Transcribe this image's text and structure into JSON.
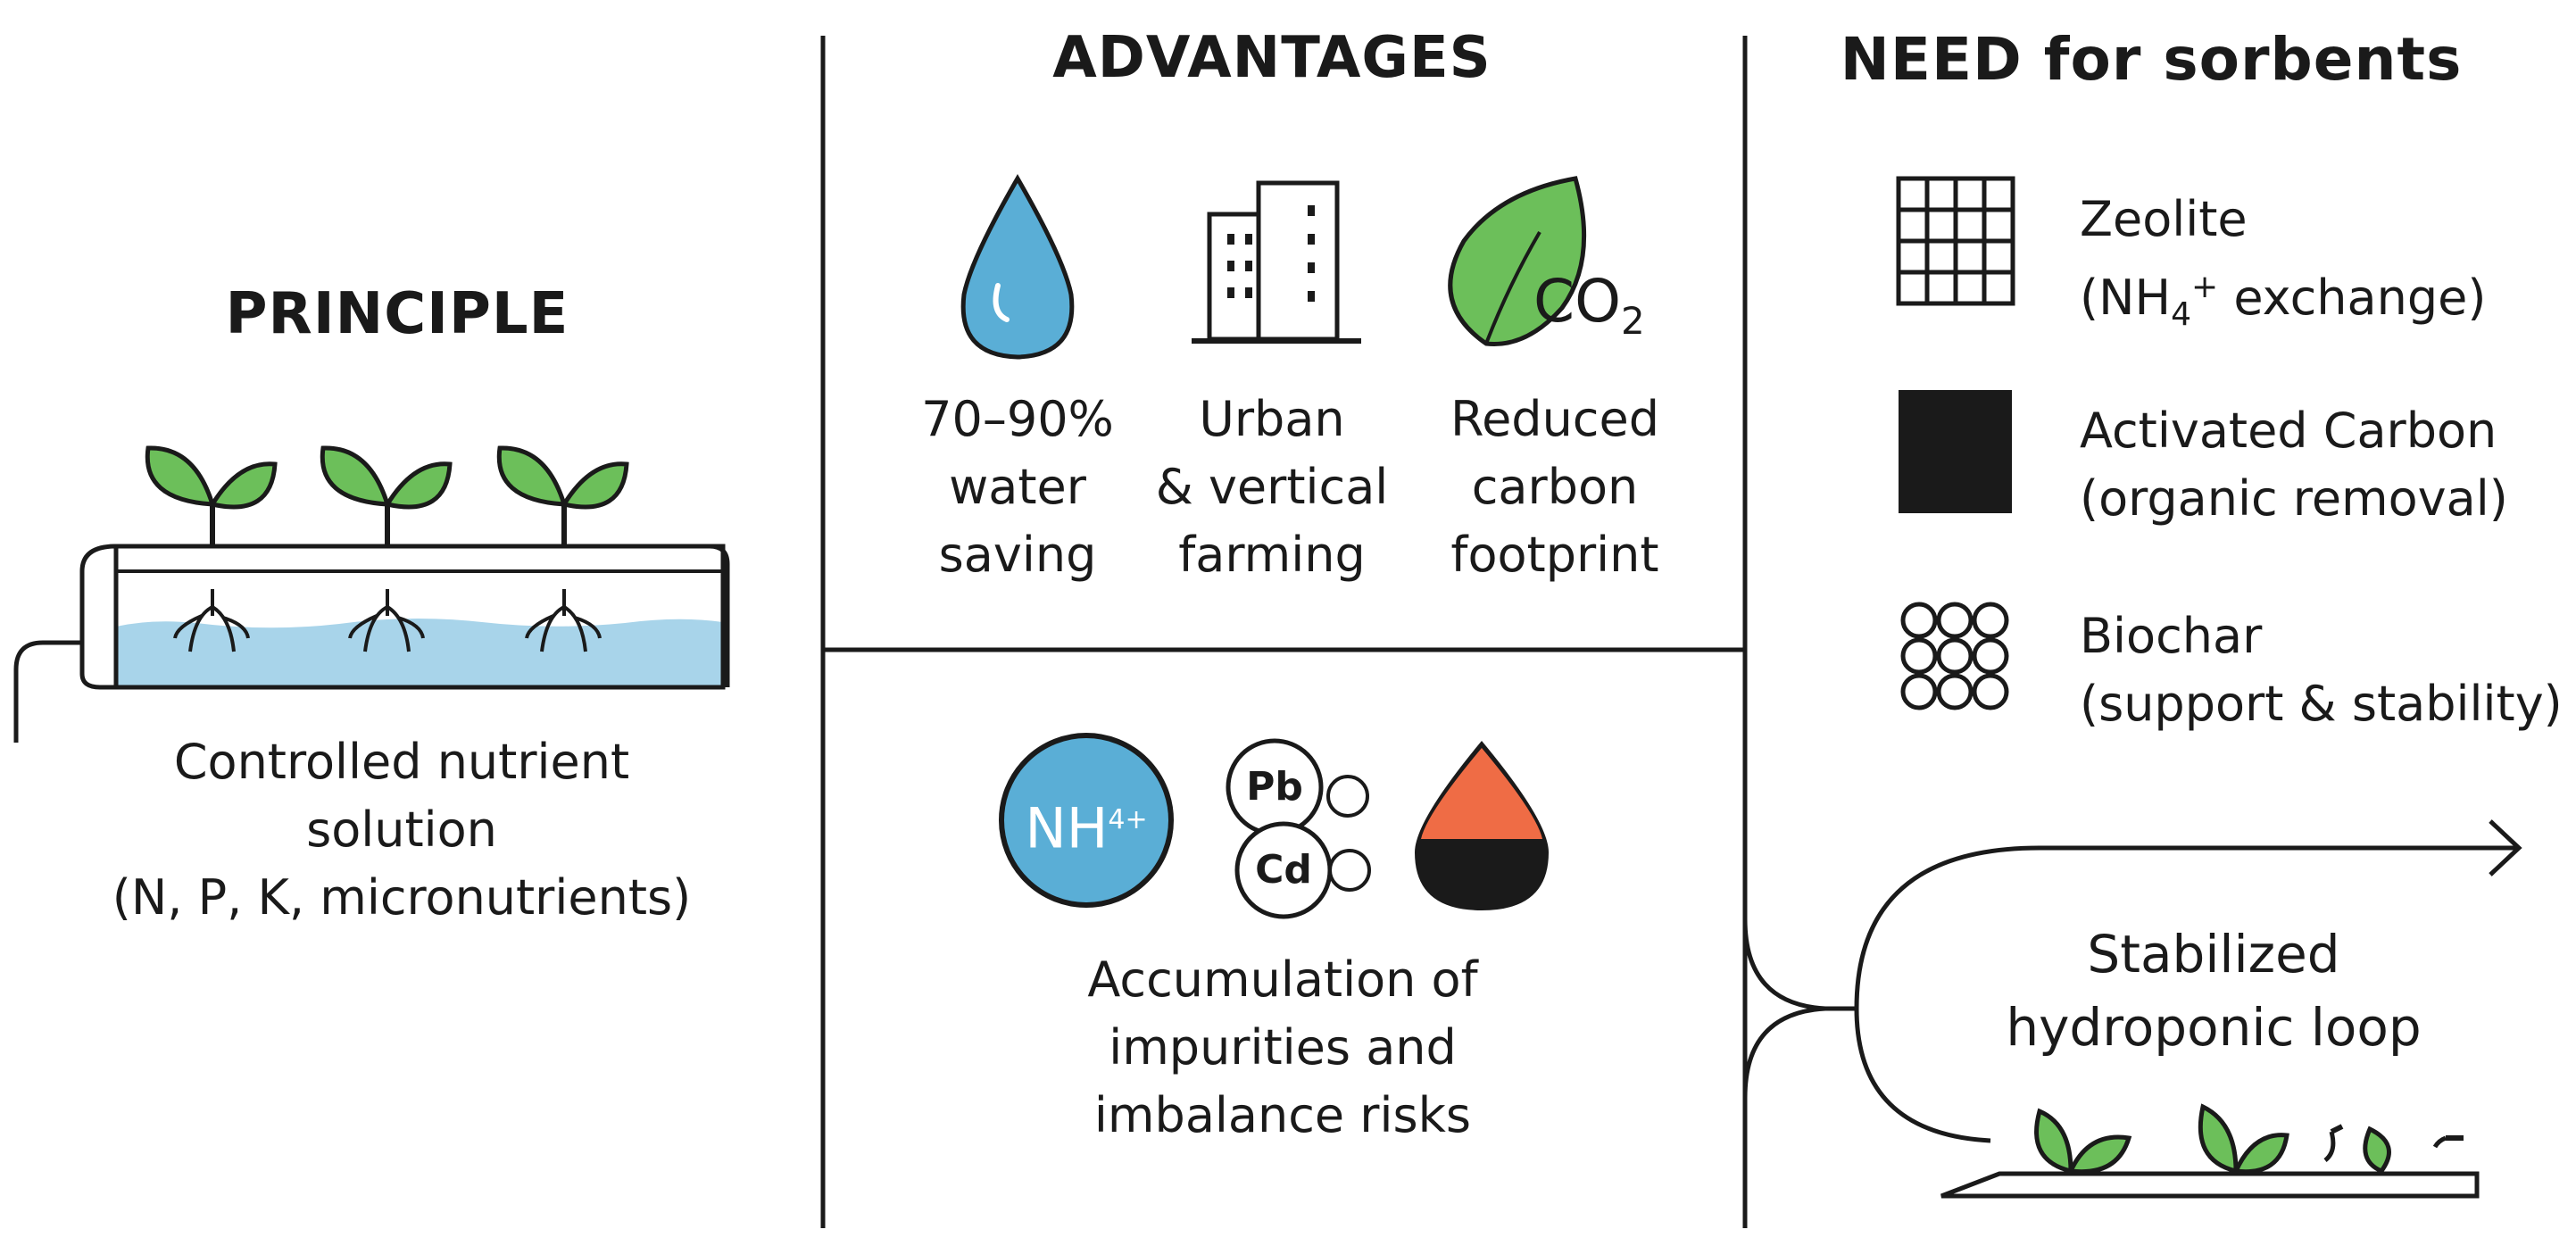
{
  "principle": {
    "heading": "PRINCIPLE",
    "caption": [
      "Controlled nutrient",
      "solution",
      "(N, P, K, micronutrients)"
    ]
  },
  "advantages": {
    "heading": "ADVANTAGES",
    "items": [
      {
        "icon": "water-drop-icon",
        "lines": [
          "70–90%",
          "water",
          "saving"
        ]
      },
      {
        "icon": "building-icon",
        "lines": [
          "Urban",
          "& vertical",
          "farming"
        ]
      },
      {
        "icon": "leaf-co2-icon",
        "co2_label": "CO",
        "co2_sub": "2",
        "lines": [
          "Reduced",
          "carbon",
          "footprint"
        ]
      }
    ]
  },
  "problems": {
    "nh_label": "NH",
    "nh_sup": "4+",
    "pb_label": "Pb",
    "cd_label": "Cd",
    "caption": [
      "Accumulation of",
      "impurities and",
      "imbalance risks"
    ]
  },
  "sorbents": {
    "heading": "NEED for sorbents",
    "items": [
      {
        "icon": "zeolite-grid-icon",
        "name": "Zeolite",
        "detail_pre": "(NH",
        "detail_sub": "4",
        "detail_sup": "+",
        "detail_post": " exchange)"
      },
      {
        "icon": "activated-carbon-icon",
        "name": "Activated Carbon",
        "detail": "(organic removal)"
      },
      {
        "icon": "biochar-spheres-icon",
        "name": "Biochar",
        "detail": "(support & stability)"
      }
    ]
  },
  "loop": {
    "lines": [
      "Stabilized",
      "hydroponic loop"
    ]
  },
  "colors": {
    "water_blue": "#5aaed6",
    "water_light": "#a8d4ea",
    "leaf_green": "#6cbf5a",
    "oil_orange": "#ef6c45",
    "ink": "#1a1a1a"
  }
}
